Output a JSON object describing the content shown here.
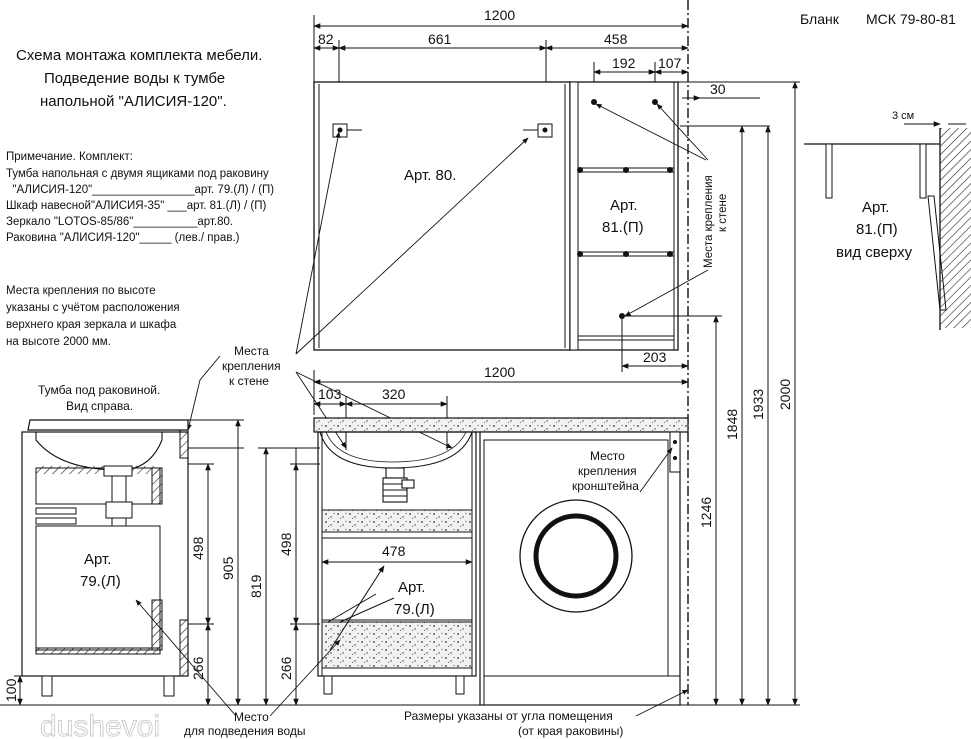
{
  "header": {
    "form_label": "Бланк",
    "code": "МСК 79-80-81"
  },
  "title_lines": [
    "Схема монтажа комплекта мебели.",
    "Подведение воды к тумбе",
    "напольной    \"АЛИСИЯ-120\"."
  ],
  "note": {
    "heading": "Примечание.    Комплект:",
    "lines": [
      "Тумба напольная с двумя ящиками под раковину",
      "  \"АЛИСИЯ-120\"________________арт. 79.(Л) / (П)",
      "Шкаф навесной\"АЛИСИЯ-35\" ___арт. 81.(Л) / (П)",
      "Зеркало \"LOTOS-85/86\"__________арт.80.",
      "Раковина    \"АЛИСИЯ-120\"_____ (лев./ прав.)"
    ]
  },
  "mount_note_lines": [
    "Места крепления по высоте",
    "указаны с учётом расположения",
    "верхнего края зеркала и шкафа",
    "на высоте 2000 мм."
  ],
  "side_view": {
    "caption_lines": [
      "Тумба под раковиной.",
      "Вид  справа."
    ],
    "art_lines": [
      "Арт.",
      "79.(Л)"
    ],
    "dims": {
      "d498": "498",
      "d266": "266",
      "d100": "100",
      "d905": "905"
    }
  },
  "front_view": {
    "dim_top": "1200",
    "dim_82": "82",
    "dim_661": "661",
    "dim_458": "458",
    "dim_192": "192",
    "dim_107": "107",
    "dim_30": "30",
    "dim_203": "203",
    "dim_counter": "1200",
    "dim_103": "103",
    "dim_320": "320",
    "dim_478": "478",
    "dim_819": "819",
    "dim_498": "498",
    "dim_266": "266",
    "dim_1246": "1246",
    "dim_1848": "1848",
    "dim_1933": "1933",
    "dim_2000": "2000",
    "mirror_label": "Арт. 80.",
    "cabinet_label_lines": [
      "Арт.",
      "81.(П)"
    ],
    "vanity_label_lines": [
      "Арт.",
      "79.(Л)"
    ],
    "wall_mount_lines": [
      "Места",
      "крепления",
      "к стене"
    ],
    "wall_mount_vertical": [
      "Места крепления",
      "к стене"
    ],
    "bracket_lines": [
      "Место",
      "крепления",
      "кронштейна"
    ],
    "water_lines": [
      "Место",
      "для подведения воды"
    ],
    "sizes_note_lines": [
      "Размеры указаны от угла помещения",
      "(от края раковины)"
    ]
  },
  "top_view": {
    "dim_3cm": "3 см",
    "label_lines": [
      "Арт.",
      "81.(П)",
      "вид сверху"
    ]
  },
  "watermark": "dushevoi"
}
